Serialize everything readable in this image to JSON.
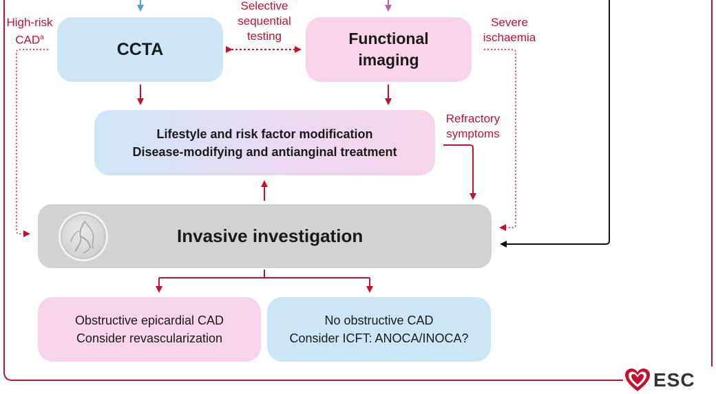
{
  "nodes": {
    "ccta": "CCTA",
    "functional_imaging": [
      "Functional",
      "imaging"
    ],
    "treatment": [
      "Lifestyle and risk factor modification",
      "Disease-modifying and antianginal treatment"
    ],
    "invasive": "Invasive investigation",
    "obstructive": [
      "Obstructive epicardial CAD",
      "Consider revascularization"
    ],
    "no_obstructive": [
      "No obstructive CAD",
      "Consider ICFT: ANOCA/INOCA?"
    ]
  },
  "labels": {
    "high_risk": [
      "High-risk",
      "CAD",
      "a"
    ],
    "selective": [
      "Selective",
      "sequential",
      "testing"
    ],
    "severe": [
      "Severe",
      "ischaemia"
    ],
    "refractory": [
      "Refractory",
      "symptoms"
    ]
  },
  "logo": {
    "text": "ESC"
  },
  "colors": {
    "red": "#c8102e",
    "blue_box": "#cde6f6",
    "pink_box": "#f6d5ea",
    "grey_box": "#d2d2d4",
    "top_blue_arrow": "#4aa3df",
    "top_pink_arrow": "#c45fb0",
    "black_arrow": "#111111"
  }
}
